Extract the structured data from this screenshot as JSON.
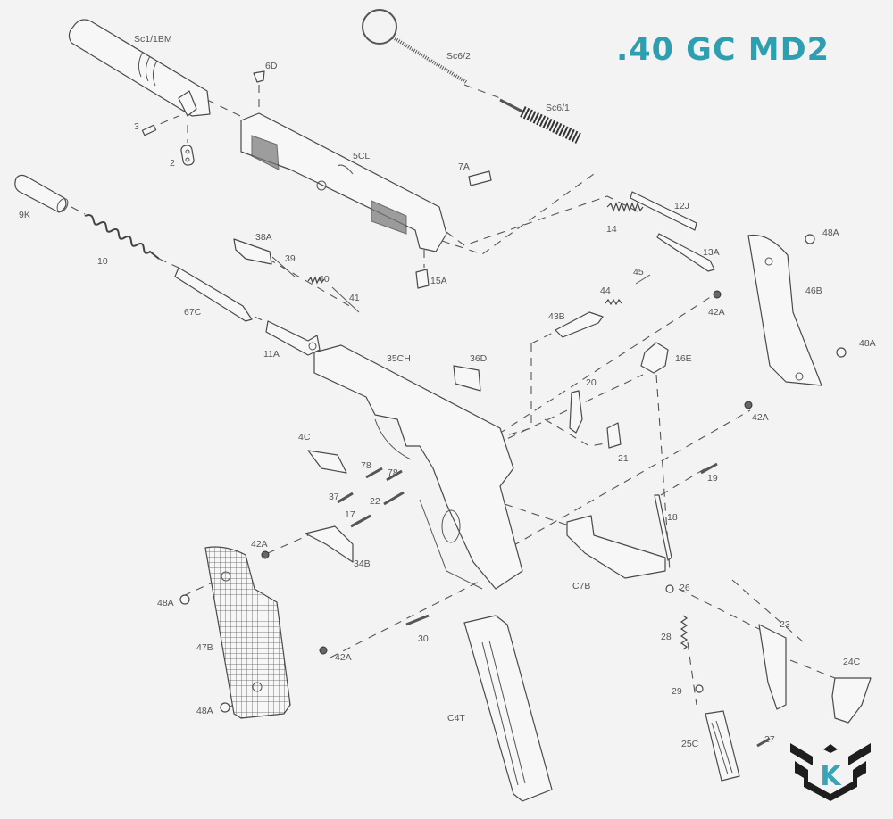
{
  "title": ".40 GC MD2",
  "logo_letter": "K",
  "colors": {
    "title": "#2d9fb0",
    "logo_accent": "#3aa3b5",
    "logo_dark": "#1e1e1e",
    "line": "#4a4a4a"
  },
  "labels": [
    "Sc1/1BM",
    "3",
    "2",
    "6D",
    "5CL",
    "Sc6/2",
    "Sc6/1",
    "7A",
    "12J",
    "14",
    "13A",
    "9K",
    "10",
    "38A",
    "39",
    "40",
    "41",
    "15A",
    "45",
    "44",
    "43B",
    "42A",
    "48A",
    "46B",
    "48A",
    "67C",
    "11A",
    "35CH",
    "36D",
    "16E",
    "20",
    "21",
    "42A",
    "4C",
    "78",
    "78",
    "37",
    "22",
    "17",
    "19",
    "18",
    "42A",
    "34B",
    "C7B",
    "26",
    "48A",
    "47B",
    "42A",
    "30",
    "28",
    "23",
    "24C",
    "29",
    "48A",
    "C4T",
    "25C",
    "27"
  ]
}
